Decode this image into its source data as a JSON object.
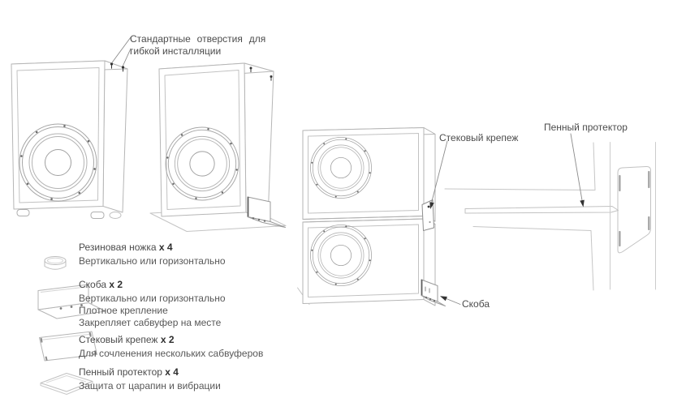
{
  "page": {
    "background": "#ffffff",
    "description_type": "subwoofer-installation-diagram"
  },
  "colors": {
    "line_light": "#bcbcbc",
    "line_medium": "#9a9a9a",
    "line_dark": "#555555",
    "text": "#4c4c4c",
    "arrow": "#333333"
  },
  "callouts": {
    "standard_holes_line1": "Стандартные отверстия для",
    "standard_holes_line2": "гибкой инсталляции",
    "stack_mount": "Стековый крепеж",
    "foam_protector": "Пенный протектор",
    "bracket": "Скоба"
  },
  "legend": {
    "items": [
      {
        "icon": "rubber-foot-icon",
        "title": "Резиновая ножка",
        "qty": "x 4",
        "desc": [
          "Вертикально или горизонтально"
        ]
      },
      {
        "icon": "bracket-icon",
        "title": "Скоба",
        "qty": "x 2",
        "desc": [
          "Вертикально или горизонтально",
          "Плотное крепление",
          "Закрепляет сабвуфер на месте"
        ]
      },
      {
        "icon": "stack-mount-icon",
        "title": "Стековый крепеж",
        "qty": "x 2",
        "desc": [
          "Для сочленения нескольких сабвуферов"
        ]
      },
      {
        "icon": "foam-protector-icon",
        "title": "Пенный протектор",
        "qty": "x 4",
        "desc": [
          "Защита от царапин и вибрации"
        ]
      }
    ]
  }
}
